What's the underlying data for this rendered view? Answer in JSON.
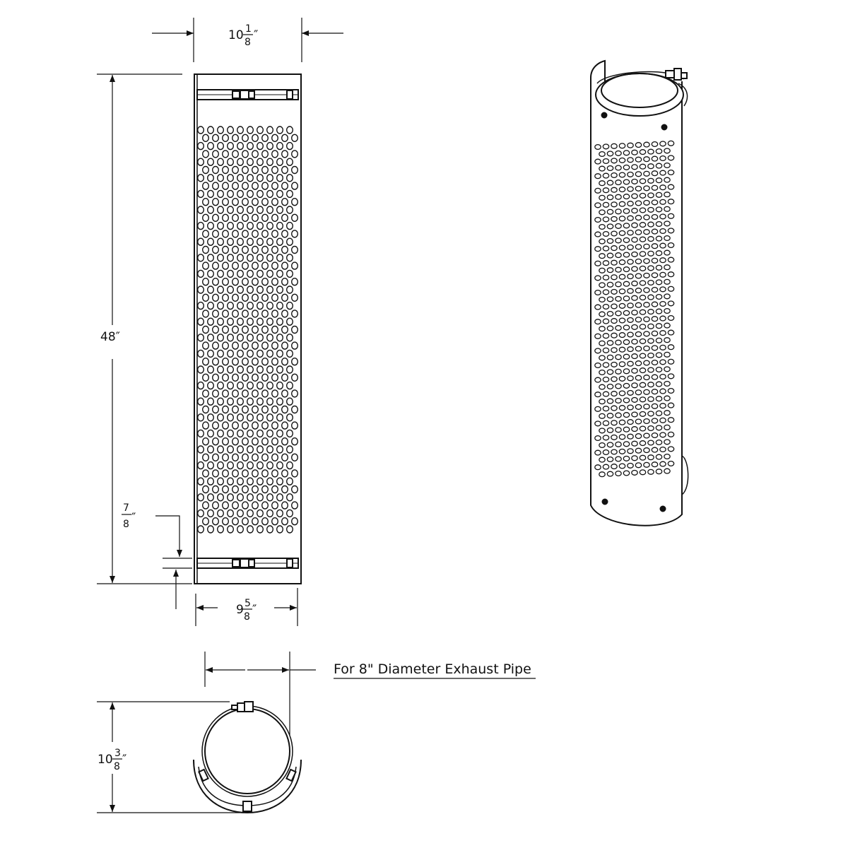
{
  "dimensions": {
    "top_width": {
      "whole": "10",
      "num": "1",
      "den": "8",
      "unit": "″"
    },
    "height": {
      "text": "48″"
    },
    "band_offset": {
      "num": "7",
      "den": "8",
      "unit": "″"
    },
    "bottom_width": {
      "whole": "9",
      "num": "5",
      "den": "8",
      "unit": "″"
    },
    "end_height": {
      "whole": "10",
      "num": "3",
      "den": "8",
      "unit": "″"
    }
  },
  "note": {
    "text": "For 8\" Diameter Exhaust Pipe"
  },
  "colors": {
    "line": "#111111",
    "background": "#ffffff"
  }
}
